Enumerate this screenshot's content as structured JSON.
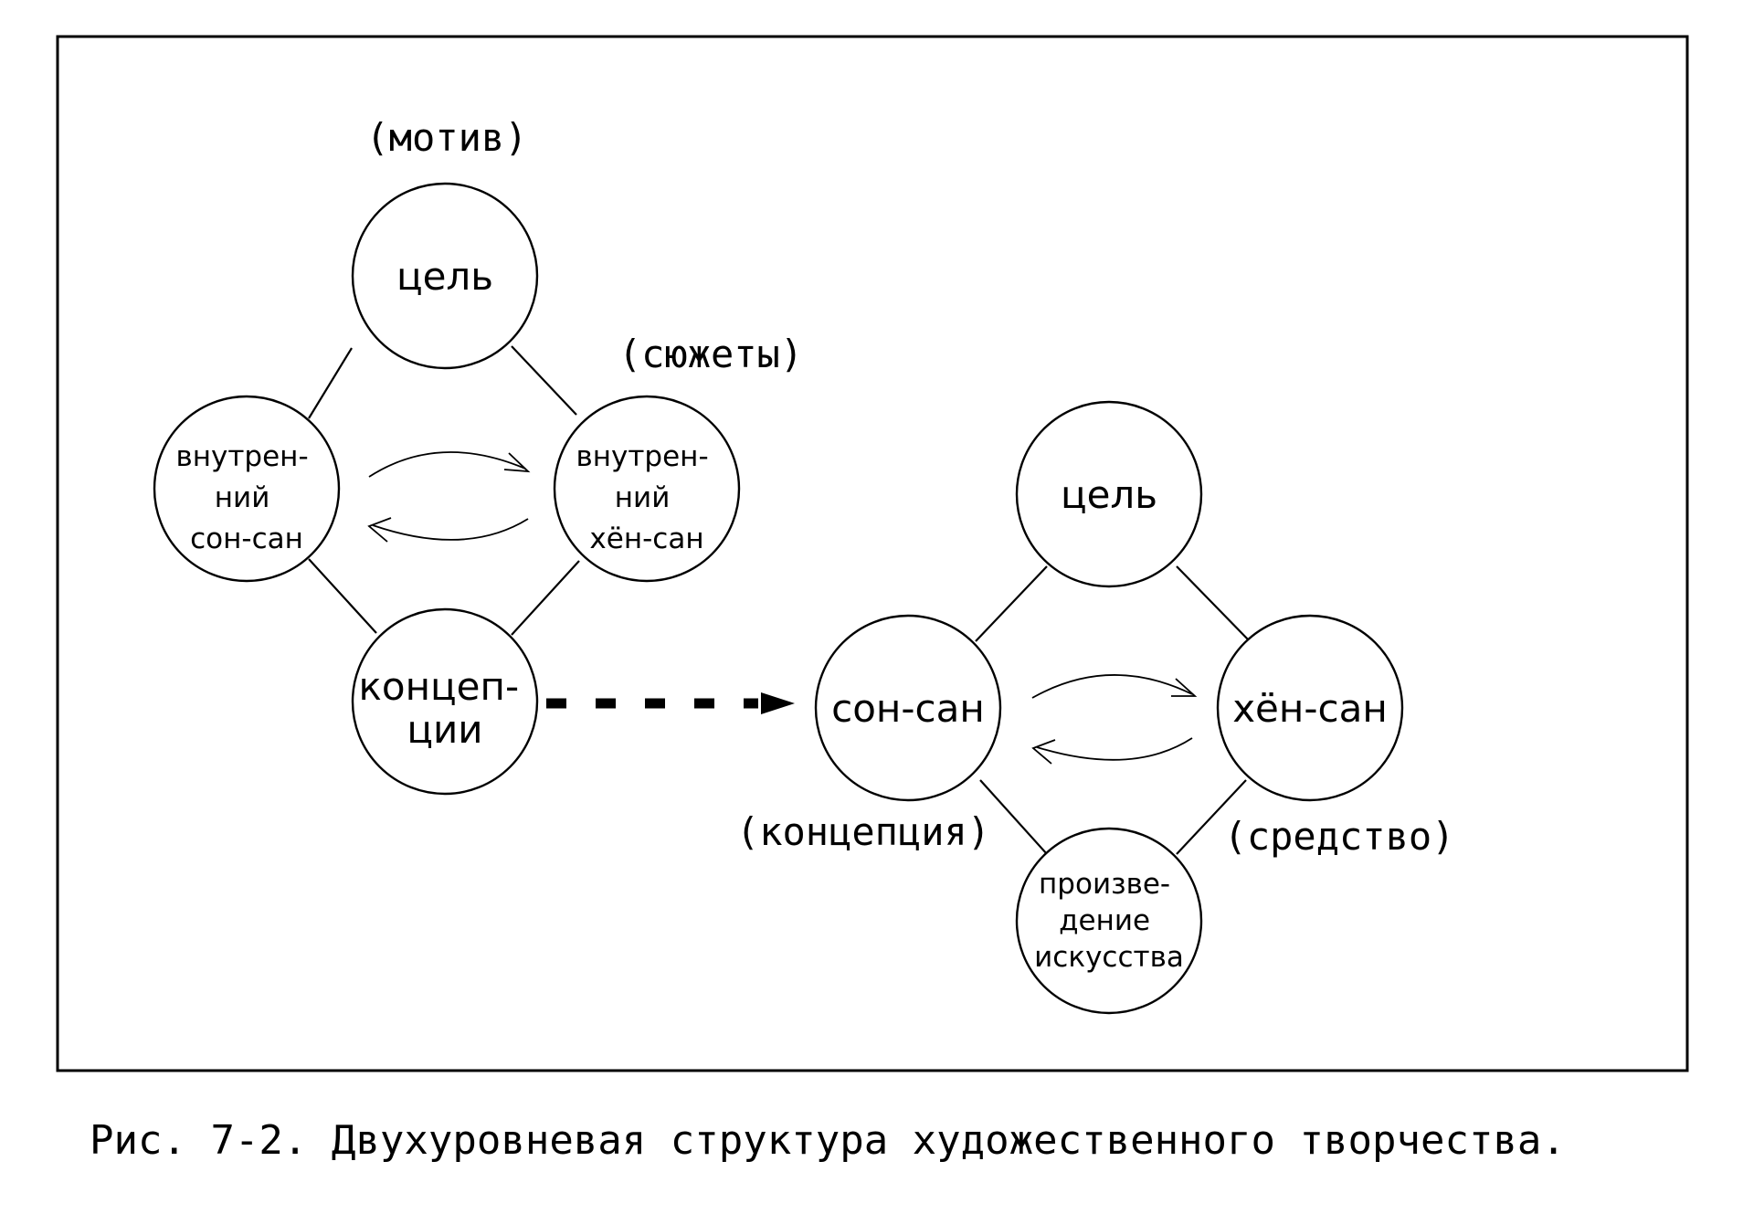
{
  "diagram": {
    "labels": {
      "motive": "(мотив)",
      "plots": "(сюжеты)",
      "concept": "(концепция)",
      "means": "(средство)"
    },
    "nodes": {
      "goal_1": [
        "цель"
      ],
      "inner_sonsan": [
        "внутрен-",
        "ний",
        "сон-сан"
      ],
      "inner_hensan": [
        "внутрен-",
        "ний",
        "хён-сан"
      ],
      "concepts": [
        "концеп-",
        "ции"
      ],
      "goal_2": [
        "цель"
      ],
      "sonsan": [
        "сон-сан"
      ],
      "hensan": [
        "хён-сан"
      ],
      "artwork": [
        "произве-",
        "дение",
        "искусства"
      ]
    },
    "caption": "Рис. 7-2. Двухуровневая структура художественного творчества."
  }
}
